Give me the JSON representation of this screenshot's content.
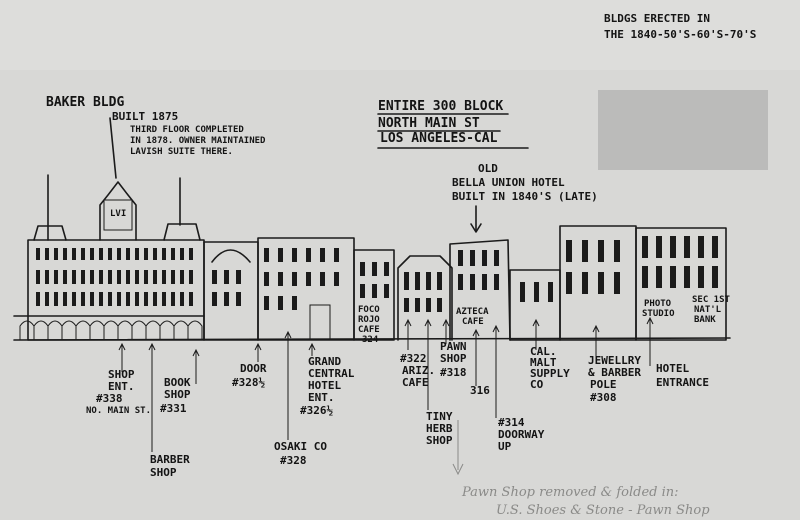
{
  "header": {
    "era_note_line1": "BLDGS ERECTED IN",
    "era_note_line2": "THE 1840-50'S-60'S-70'S",
    "title_line1": "ENTIRE 300 BLOCK",
    "title_line2": "NORTH MAIN ST",
    "title_line3": "LOS ANGELES-CAL"
  },
  "baker": {
    "name": "BAKER BLDG",
    "built": "BUILT 1875",
    "note_line1": "THIRD FLOOR COMPLETED",
    "note_line2": "IN 1878. OWNER MAINTAINED",
    "note_line3": "LAVISH SUITE THERE."
  },
  "bella_union": {
    "line1": "OLD",
    "line2": "BELLA UNION HOTEL",
    "line3": "BUILT IN 1840'S (LATE)"
  },
  "signs": {
    "foco_line1": "FOCO",
    "foco_line2": "ROJO",
    "foco_line3": "CAFE",
    "foco_line4": "324",
    "azteca_line1": "AZTECA",
    "azteca_line2": "CAFE",
    "photo_line1": "PHOTO",
    "photo_line2": "STUDIO",
    "bank_line1": "SEC 1ST",
    "bank_line2": "NAT'L",
    "bank_line3": "BANK"
  },
  "labels": {
    "shop_ent": [
      "SHOP",
      "ENT.",
      "#338",
      "NO. MAIN ST."
    ],
    "book_shop": [
      "BOOK",
      "SHOP",
      "#331"
    ],
    "barber_shop": [
      "BARBER",
      "SHOP"
    ],
    "door": [
      "DOOR",
      "#328½"
    ],
    "grand_central": [
      "GRAND",
      "CENTRAL",
      "HOTEL",
      "ENT.",
      "#326½"
    ],
    "osaki": [
      "OSAKI CO",
      "#328"
    ],
    "ariz_cafe": [
      "#322",
      "ARIZ.",
      "CAFE"
    ],
    "pawn_shop": [
      "PAWN",
      "SHOP",
      "#318"
    ],
    "num_316": "316",
    "tiny_herb": [
      "TINY",
      "HERB",
      "SHOP"
    ],
    "doorway": [
      "#314",
      "DOORWAY",
      "UP"
    ],
    "cal_malt": [
      "CAL.",
      "MALT",
      "SUPPLY",
      "CO"
    ],
    "jewelry": [
      "JEWELLRY",
      "& BARBER",
      "POLE",
      "#308"
    ],
    "hotel_entrance": [
      "HOTEL",
      "ENTRANCE"
    ]
  },
  "footer_note": {
    "line1": "Pawn Shop removed & folded in:",
    "line2": "U.S. Shoes & Stone - Pawn Shop"
  }
}
